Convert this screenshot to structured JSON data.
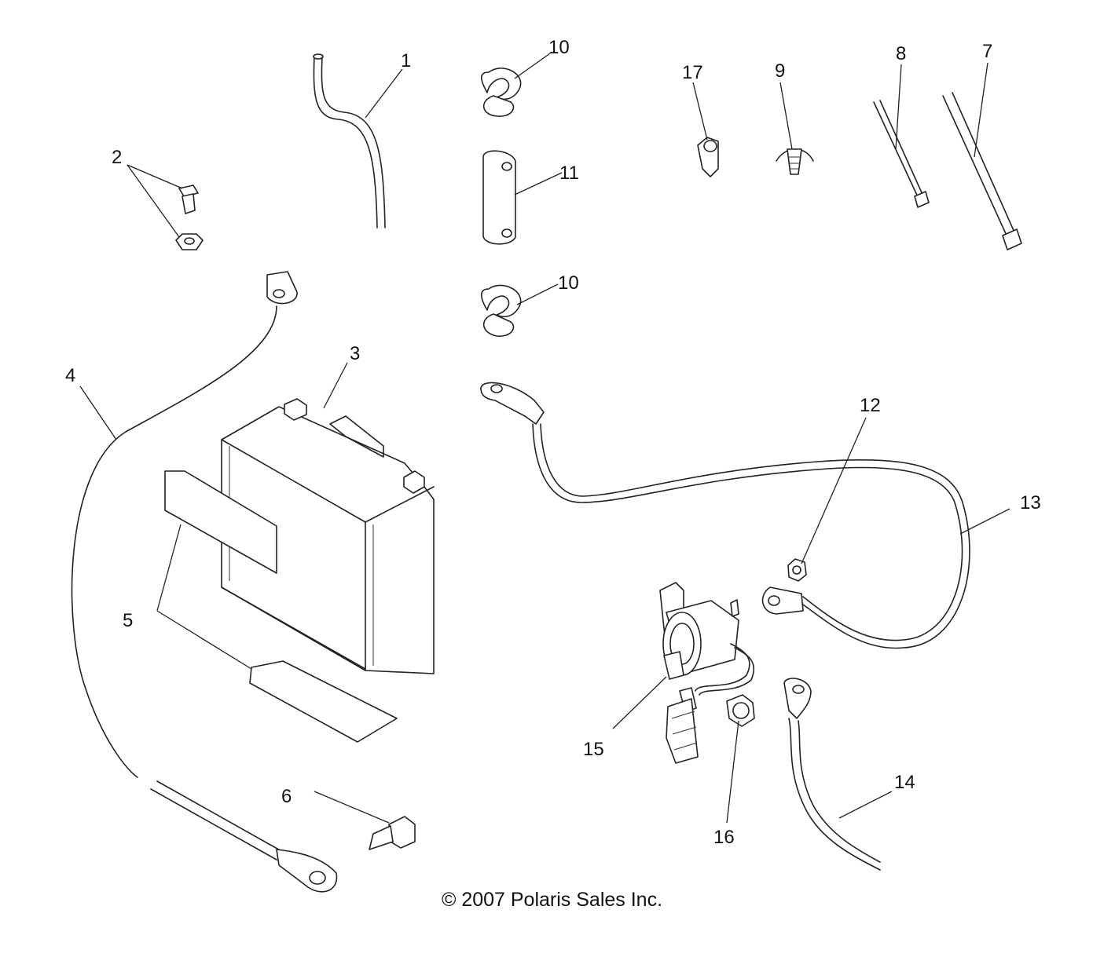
{
  "callouts": {
    "c1": "1",
    "c2": "2",
    "c3": "3",
    "c4": "4",
    "c5": "5",
    "c6": "6",
    "c7": "7",
    "c8": "8",
    "c9": "9",
    "c10a": "10",
    "c10b": "10",
    "c11": "11",
    "c12": "12",
    "c13": "13",
    "c14": "14",
    "c15": "15",
    "c16": "16",
    "c17": "17"
  },
  "copyright": "© 2007 Polaris Sales Inc."
}
